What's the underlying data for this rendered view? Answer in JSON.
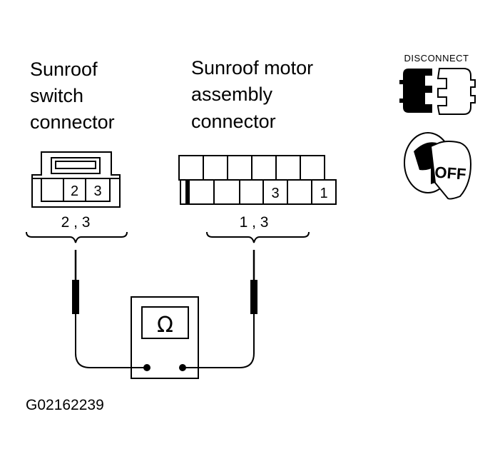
{
  "switch_connector": {
    "title_lines": [
      "Sunroof",
      "switch",
      "connector"
    ],
    "pins": [
      "2",
      "3"
    ],
    "test_pins": "2 , 3"
  },
  "motor_connector": {
    "title_lines": [
      "Sunroof motor",
      "assembly",
      "connector"
    ],
    "pins": [
      "3",
      "1"
    ],
    "test_pins": "1 , 3"
  },
  "icons": {
    "disconnect_label": "DISCONNECT",
    "disconnect_icon": "connector-disconnect-icon",
    "ignition_label": "OFF",
    "ignition_icon": "ignition-key-off-icon"
  },
  "meter": {
    "symbol": "Ω",
    "icon": "ohmmeter-icon"
  },
  "figure_code": "G02162239"
}
